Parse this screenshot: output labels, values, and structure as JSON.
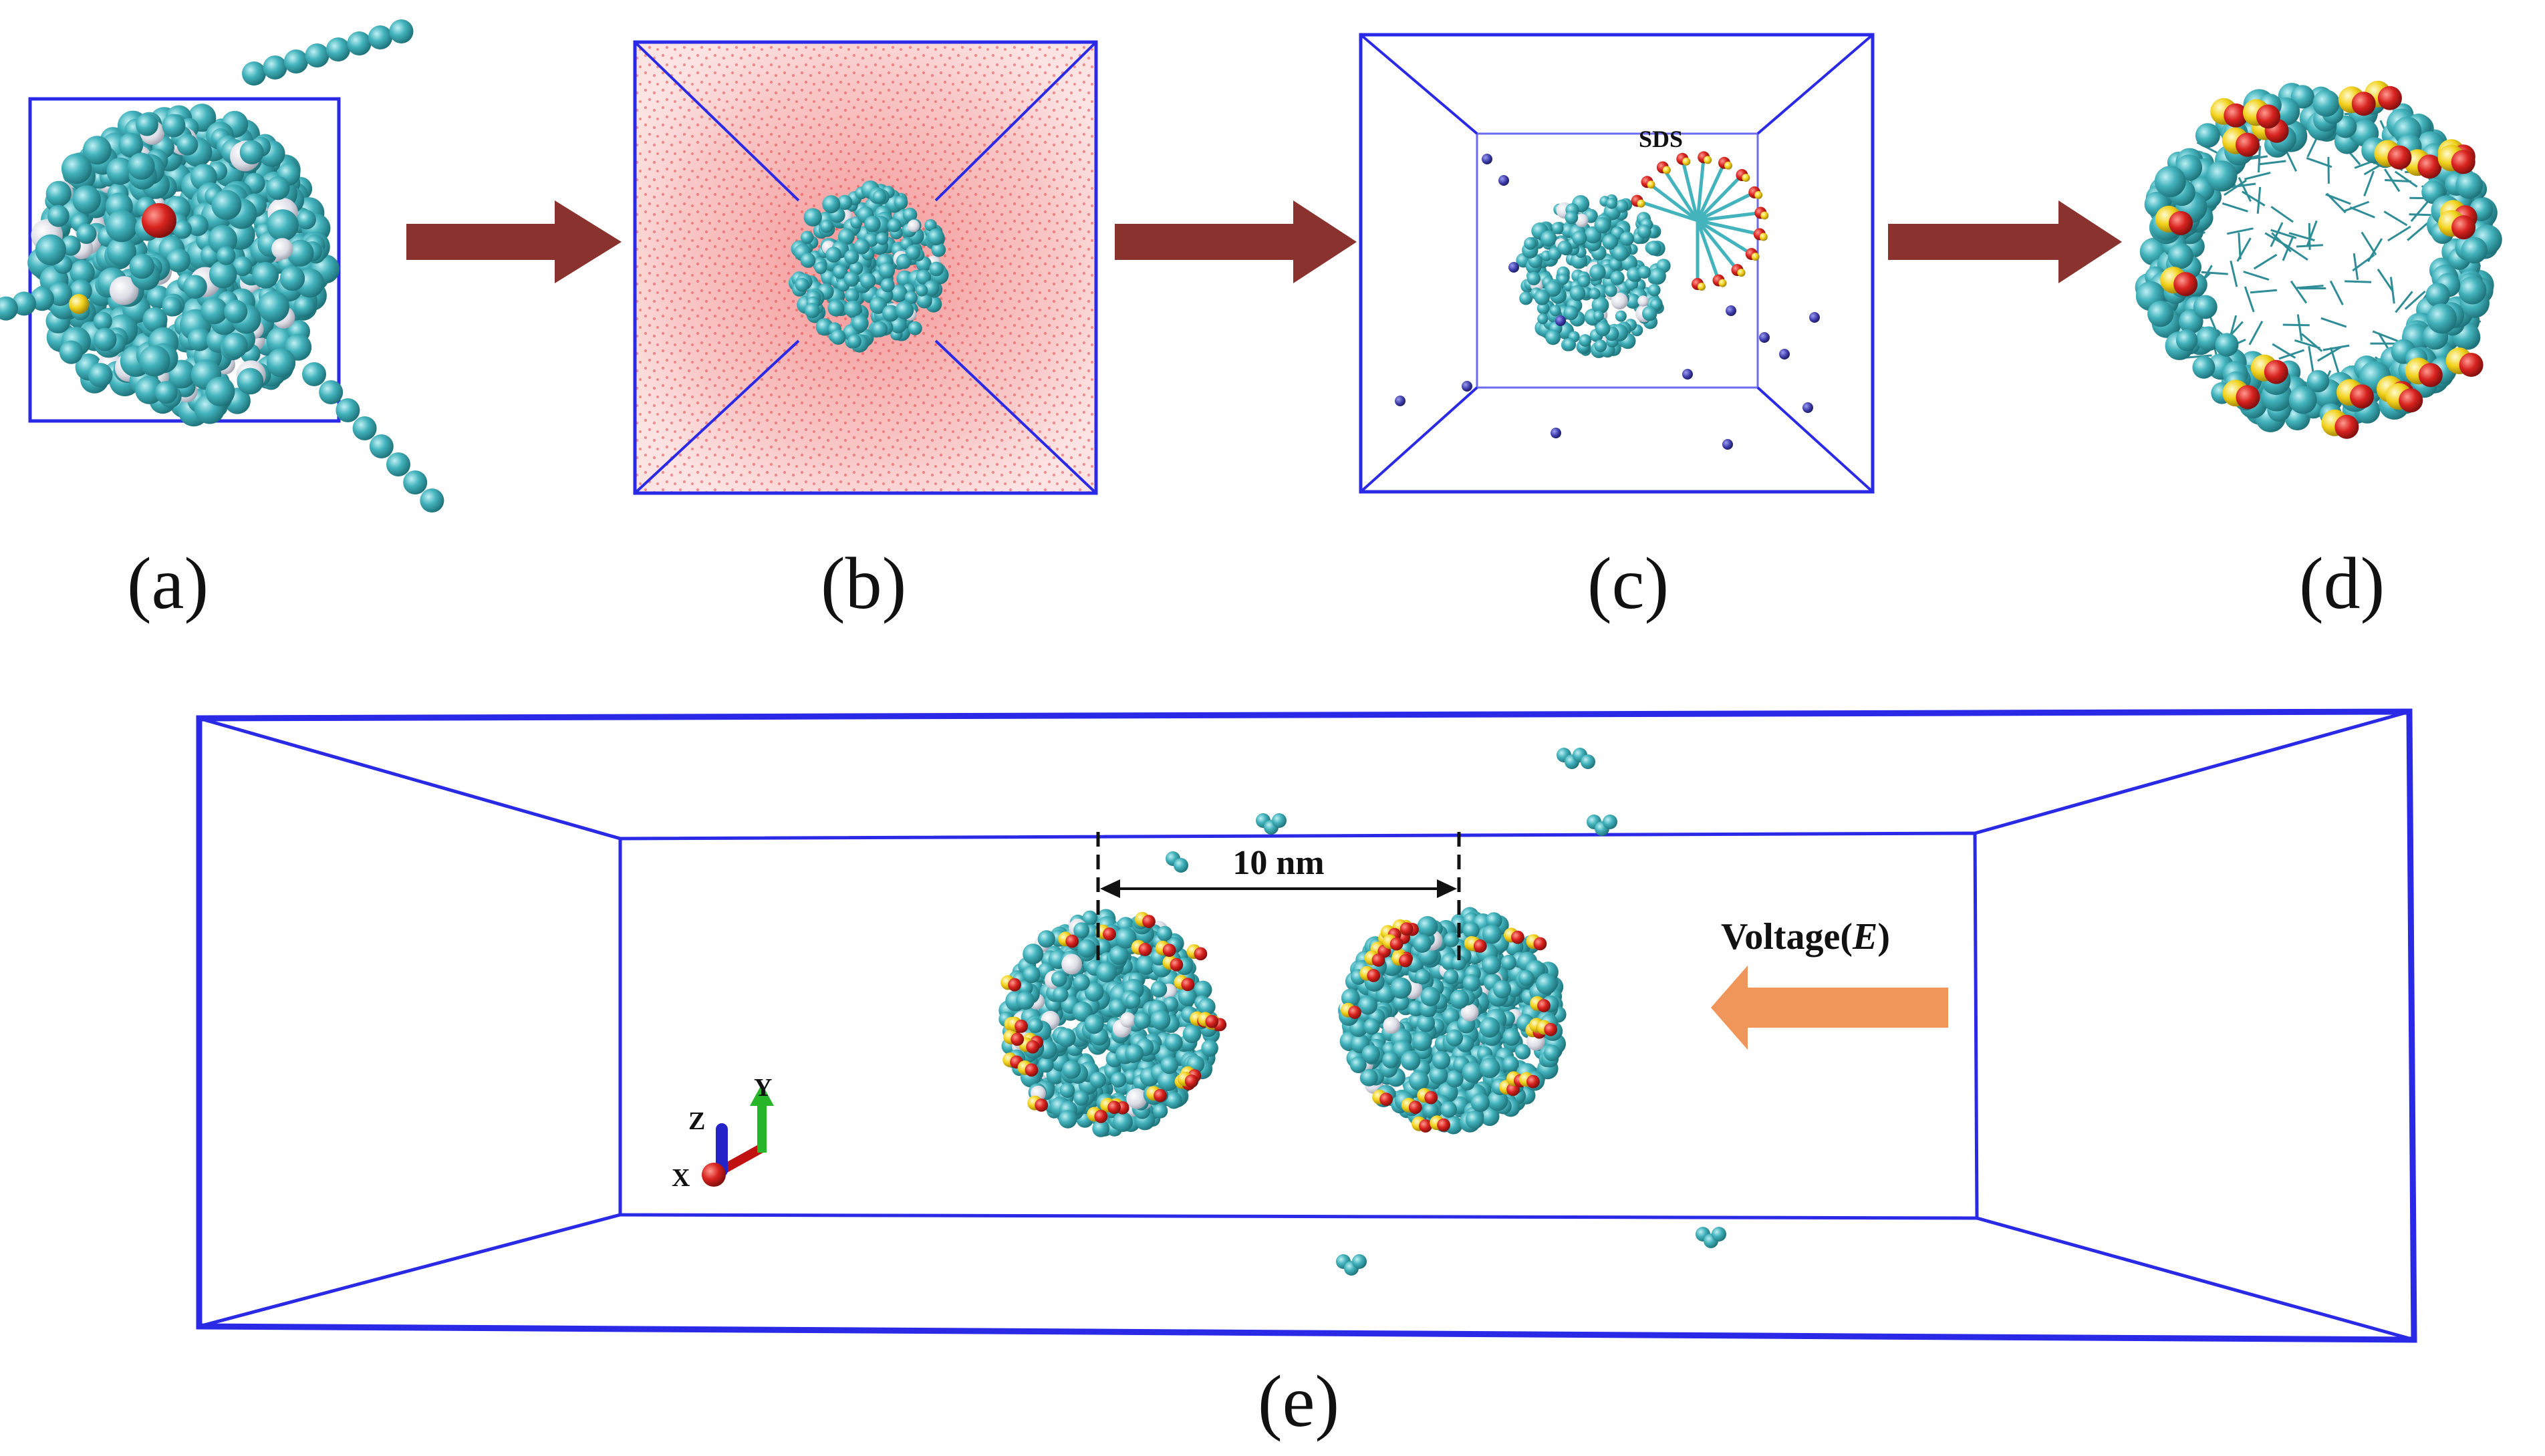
{
  "panels": {
    "a": {
      "label": "(a)"
    },
    "b": {
      "label": "(b)"
    },
    "c": {
      "label": "(c)",
      "annotation": "SDS"
    },
    "d": {
      "label": "(d)"
    },
    "e": {
      "label": "(e)",
      "distance": "10 nm",
      "field_prefix": "Voltage(",
      "field_symbol": "E",
      "field_suffix": ")"
    }
  },
  "axes": {
    "x": "X",
    "y": "Y",
    "z": "Z"
  },
  "colors": {
    "box": "#2a2ae6",
    "flow_arrow": "#8a332e",
    "field_arrow": "#f0965a",
    "carbon": "#43b3bd",
    "oxygen": "#d8231f",
    "sulfur": "#f2d21c",
    "hydrogen": "#e8e8ee",
    "water": "#ef6d6d",
    "ion": "#3b3aa8"
  },
  "icons": {
    "flow": "right-arrow-icon",
    "field": "left-arrow-icon",
    "axes": "xyz-axes-icon"
  }
}
